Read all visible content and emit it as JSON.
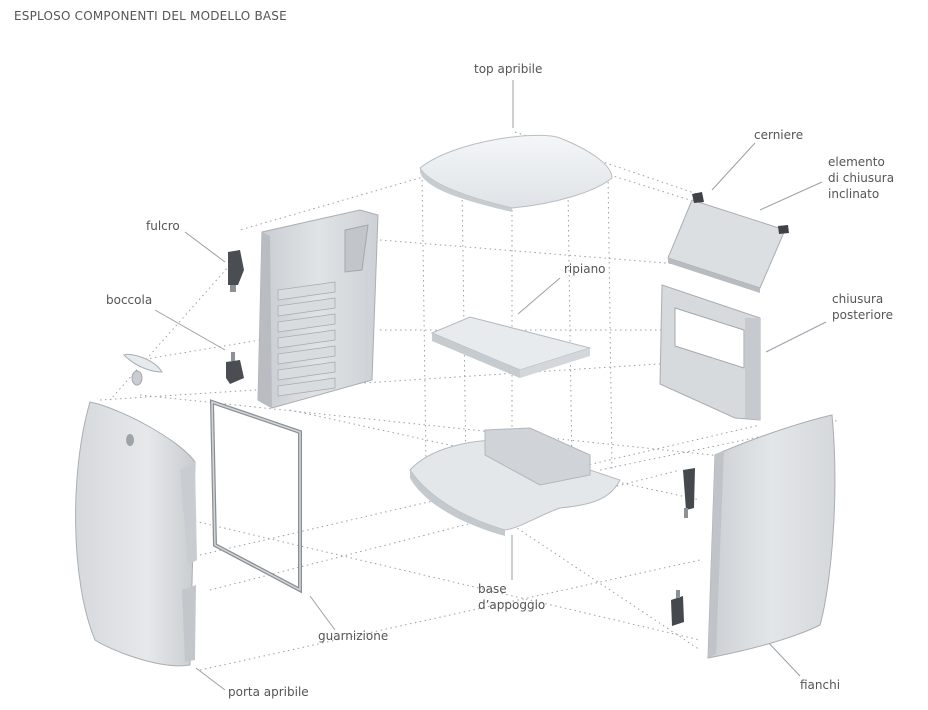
{
  "title": "ESPLOSO COMPONENTI DEL MODELLO BASE",
  "labels": {
    "top": "top apribile",
    "cerniere": "cerniere",
    "elemento": "elemento\ndi chiusura\ninclinato",
    "fulcro": "fulcro",
    "ripiano": "ripiano",
    "boccola": "boccola",
    "chiusura": "chiusura\nposteriore",
    "base": "base\nd’appoggio",
    "guarnizione": "guarnizione",
    "porta": "porta apribile",
    "fianchi": "fianchi"
  }
}
